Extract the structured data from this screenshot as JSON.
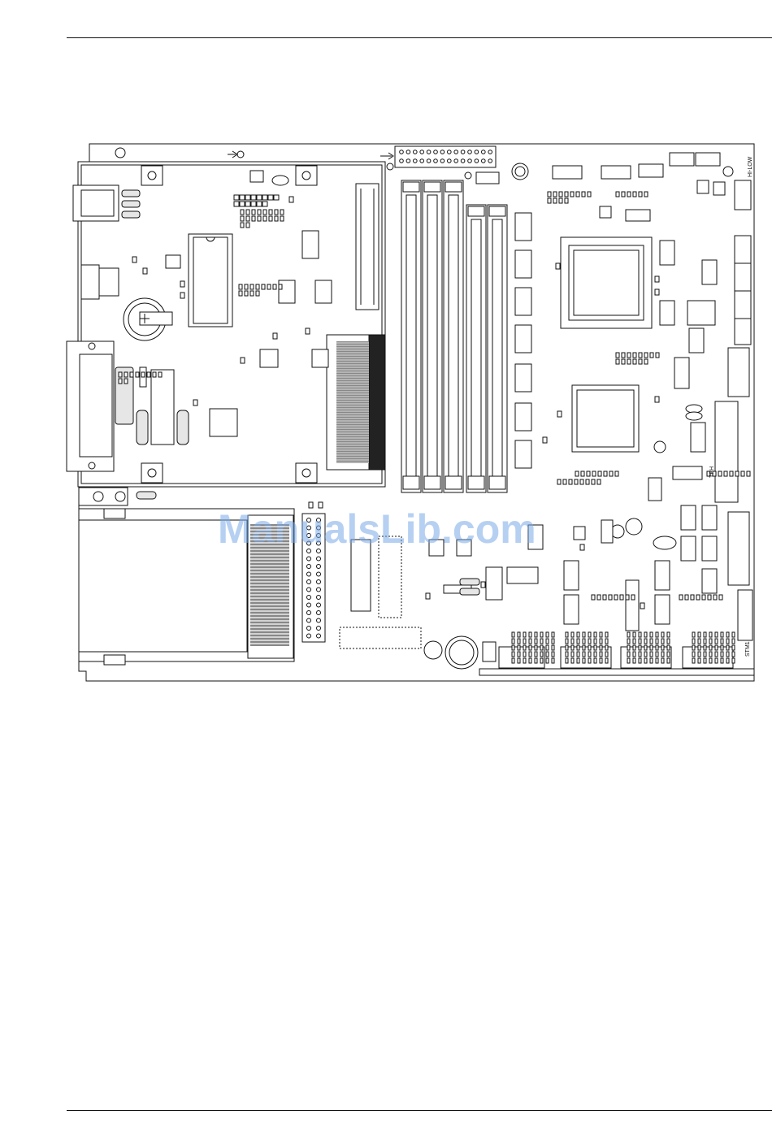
{
  "watermark": "ManualsLib.com",
  "labels": {
    "hilow": "HI-LOW",
    "tph": "TPH",
    "stm1": "STM1"
  }
}
